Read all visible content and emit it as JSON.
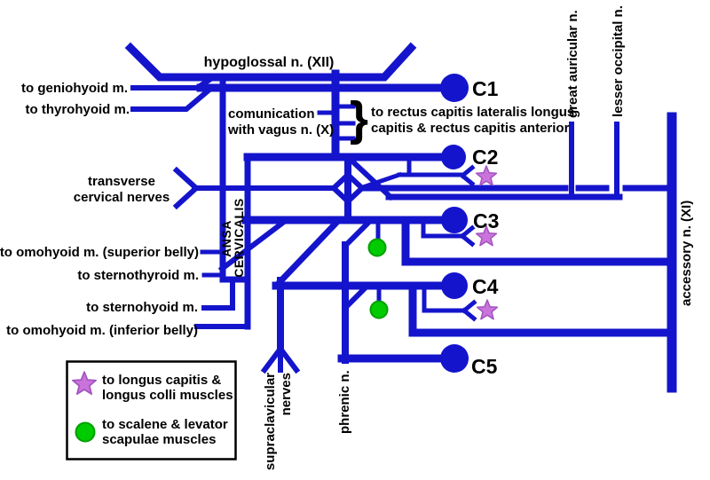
{
  "colors": {
    "nerve": "#1414cc",
    "star_fill": "#c973db",
    "star_stroke": "#a254c0",
    "green_fill": "#00cb00",
    "green_stroke": "#00a000",
    "box_border": "#000000"
  },
  "nerve_roots": [
    "C1",
    "C2",
    "C3",
    "C4",
    "C5"
  ],
  "labels": {
    "hypoglossal": "hypoglossal n. (XII)",
    "geniohyoid": "to geniohyoid m.",
    "thyrohyoid": "to thyrohyoid m.",
    "communication_line1": "comunication",
    "communication_line2": "with vagus n. (X)",
    "brace": "}",
    "rectus_line1": "to rectus capitis lateralis longus",
    "rectus_line2": "capitis & rectus capitis anterior",
    "transverse_line1": "transverse",
    "transverse_line2": "cervical nerves",
    "ansa_line1": "ANSA",
    "ansa_line2": "CERVICALIS",
    "omohyoid_superior": "to omohyoid m. (superior belly)",
    "sternothyroid": "to sternothyroid m.",
    "sternohyoid": "to sternohyoid m.",
    "omohyoid_inferior": "to omohyoid m. (inferior belly)",
    "great_auricular": "great auricular n.",
    "lesser_occipital": "lesser occipital n.",
    "accessory": "accessory n. (XI)",
    "supraclavicular_line1": "supraclavicular",
    "supraclavicular_line2": "nerves",
    "phrenic": "phrenic n."
  },
  "legend": {
    "star_line1": "to longus capitis &",
    "star_line2": "longus colli muscles",
    "green_line1": "to scalene & levator",
    "green_line2": "scapulae muscles"
  }
}
